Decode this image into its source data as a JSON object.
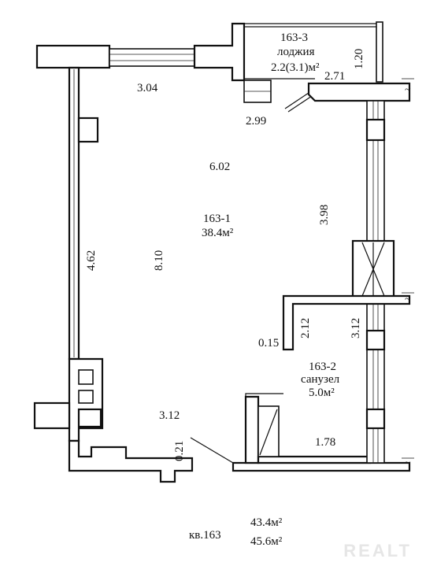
{
  "rooms": {
    "loggia": {
      "code": "163-3",
      "name": "лоджия",
      "area": "2.2(3.1)м²"
    },
    "main": {
      "code": "163-1",
      "area": "38.4м²"
    },
    "bathroom": {
      "code": "163-2",
      "name": "санузел",
      "area": "5.0м²"
    }
  },
  "dimensions": {
    "d_3_04": "3.04",
    "d_2_99": "2.99",
    "d_2_71": "2.71",
    "d_1_20": "1.20",
    "d_6_02": "6.02",
    "d_3_98": "3.98",
    "d_4_62": "4.62",
    "d_8_10": "8.10",
    "d_0_15": "0.15",
    "d_2_12": "2.12",
    "d_3_12_right": "3.12",
    "d_3_12_bottom": "3.12",
    "d_0_21": "0.21",
    "d_1_78": "1.78"
  },
  "footer": {
    "apartment": "кв.163",
    "area_living": "43.4м²",
    "area_total": "45.6м²"
  },
  "watermark": "REALT"
}
